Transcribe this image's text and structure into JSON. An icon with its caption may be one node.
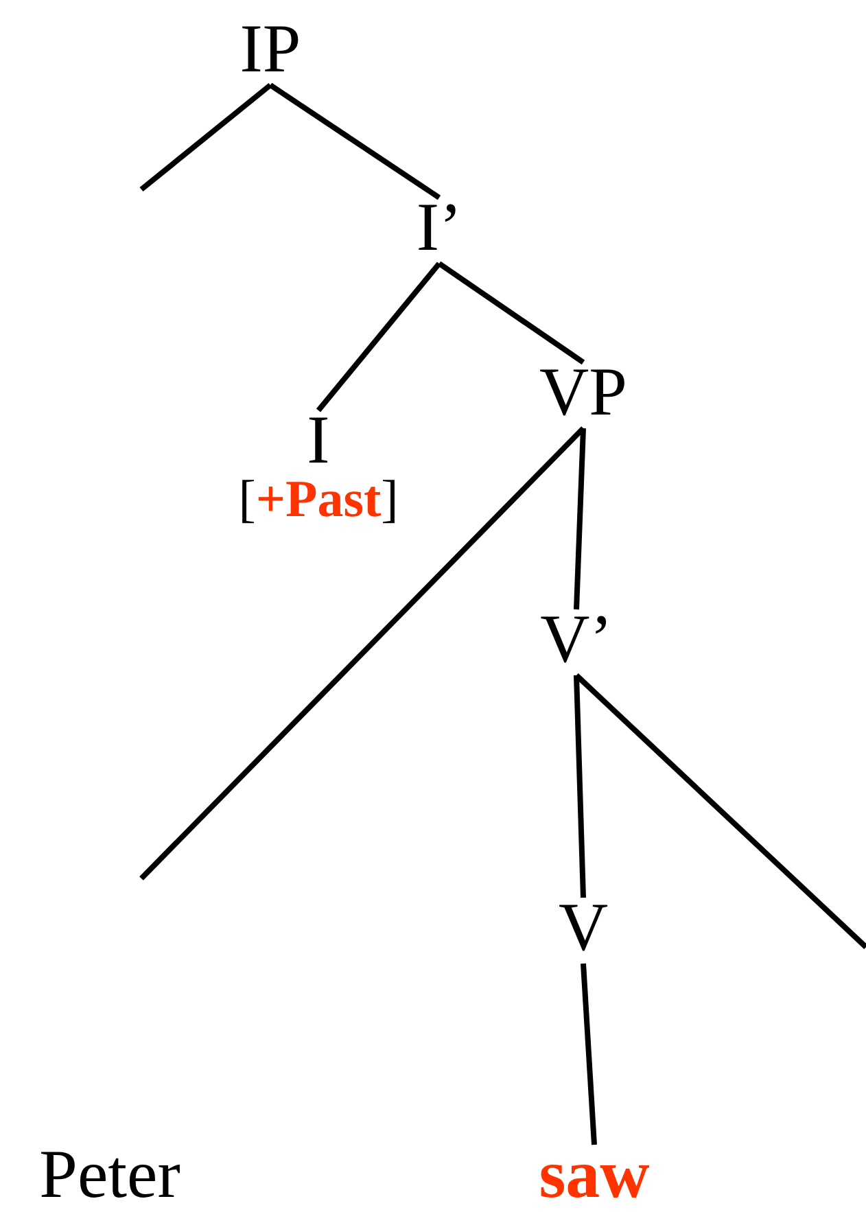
{
  "diagram": {
    "nodes": [
      {
        "text": [
          "IP"
        ]
      },
      {
        "text": [
          "I’"
        ]
      },
      {
        "text": [
          "I",
          "[**+Past**]"
        ]
      },
      {
        "text": [
          "VP"
        ]
      },
      {
        "text": [
          "V’"
        ]
      },
      {
        "text": [
          "V"
        ]
      },
      {
        "text": [
          "saw"
        ]
      }
    ],
    "edges": [
      {
        "from": 0,
        "to": null,
        "arrow": "none"
      },
      {
        "from": 0,
        "to": 1,
        "arrow": "none"
      },
      {
        "from": 1,
        "to": 2,
        "arrow": "none"
      },
      {
        "from": 1,
        "to": 3,
        "arrow": "none"
      },
      {
        "from": 3,
        "to": null,
        "arrow": "none"
      },
      {
        "from": 3,
        "to": 4,
        "arrow": "none"
      },
      {
        "from": 4,
        "to": 5,
        "arrow": "none"
      },
      {
        "from": 4,
        "to": null,
        "arrow": "none"
      },
      {
        "from": 5,
        "to": 6,
        "arrow": "none"
      }
    ],
    "labels": [
      "Peter"
    ]
  }
}
